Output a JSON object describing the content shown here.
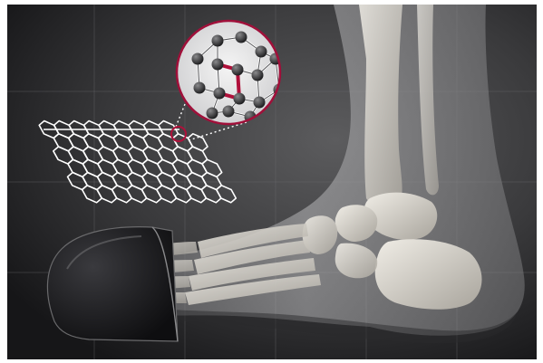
{
  "image": {
    "description_tags": [
      "x-ray-foot",
      "graphene-lattice",
      "molecule-zoom",
      "toe-cap"
    ],
    "colors": {
      "background_center": "#5a5a5c",
      "background_edge": "#1c1c1e",
      "grid_line": "#6a6a6c",
      "lattice": "#ffffff",
      "accent": "#b0103a",
      "bone": "#d8d4cc",
      "flesh": "#9a9a9c",
      "atom": "#3a3a3c"
    }
  }
}
